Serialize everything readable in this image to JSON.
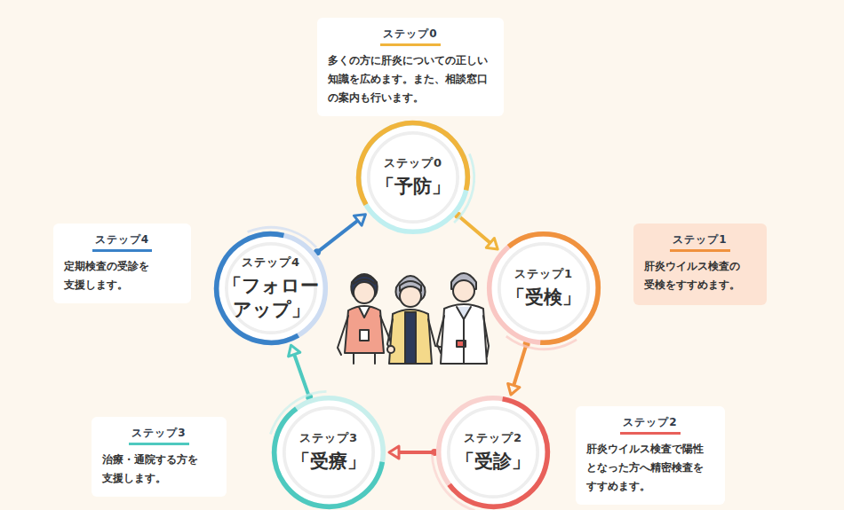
{
  "diagram": {
    "nodes": [
      {
        "text": [
          "ステップ0",
          "多くの方に肝炎についての正しい 知識を広めます。また、相談窓口 の案内も行います。"
        ]
      },
      {
        "text": [
          "ステップ0",
          "「予防」"
        ]
      },
      {
        "text": [
          "ステップ4",
          "定期検査の受診を 支援します。"
        ]
      },
      {
        "text": [
          "ステップ4",
          "「フォロー アップ」"
        ]
      },
      {
        "text": [
          "ステップ1",
          "肝炎ウイルス検査の 受検をすすめます。"
        ]
      },
      {
        "text": [
          "ステップ1",
          "「受検」"
        ]
      },
      {
        "text": [
          "ステップ3",
          "「受療」"
        ]
      },
      {
        "text": [
          "ステップ2",
          "「受診」"
        ]
      },
      {
        "text": [
          "ステップ3",
          "治療・通院する方を 支援します。"
        ]
      },
      {
        "text": [
          "ステップ2",
          "肝炎ウイルス検査で陽性 となった方へ精密検査を すすめます。"
        ]
      }
    ],
    "edges": [
      {
        "from": 1,
        "to": 5,
        "arrow": "to"
      },
      {
        "from": 5,
        "to": 7,
        "arrow": "to"
      },
      {
        "from": 7,
        "to": 6,
        "arrow": "to"
      },
      {
        "from": 6,
        "to": 3,
        "arrow": "to"
      },
      {
        "from": 3,
        "to": 1,
        "arrow": "to"
      }
    ]
  }
}
